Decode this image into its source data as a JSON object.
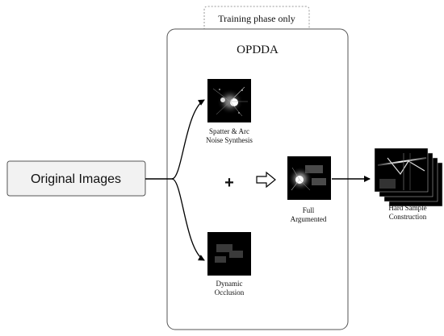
{
  "training_tab": {
    "label": "Training phase only"
  },
  "panel": {
    "title": "OPDDA"
  },
  "input_box": {
    "label": "Original Images"
  },
  "plus_symbol": "+",
  "spatter": {
    "line1": "Spatter & Arc",
    "line2": "Noise Synthesis"
  },
  "occlusion": {
    "line1": "Dynamic",
    "line2": "Occlusion"
  },
  "full": {
    "line1": "Full",
    "line2": "Argumented"
  },
  "hard": {
    "line1": "Hard Sample",
    "line2": "Construction"
  },
  "colors": {
    "panel_border": "#555555",
    "input_fill": "#f2f2f2",
    "tab_border": "#9a9a9a",
    "arrow": "#000000"
  }
}
